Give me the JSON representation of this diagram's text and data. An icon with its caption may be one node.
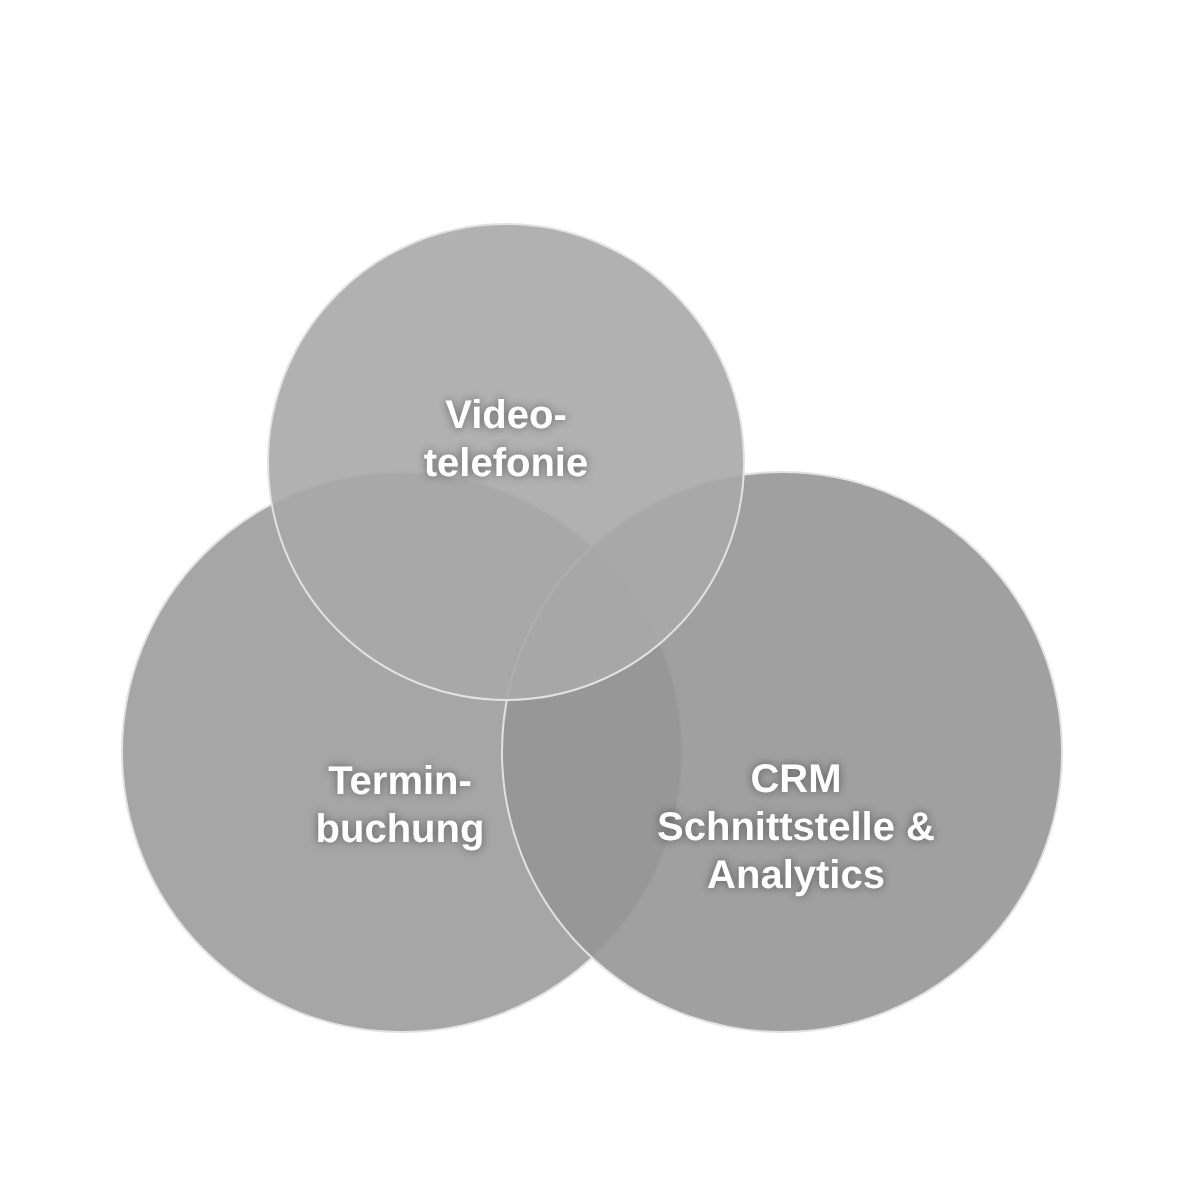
{
  "diagram": {
    "nodes": [
      {
        "text": [
          "Video- telefonie"
        ]
      },
      {
        "text": [
          "Termin- buchung"
        ]
      },
      {
        "text": [
          "CRM Schnittstelle & Analytics"
        ]
      }
    ]
  }
}
